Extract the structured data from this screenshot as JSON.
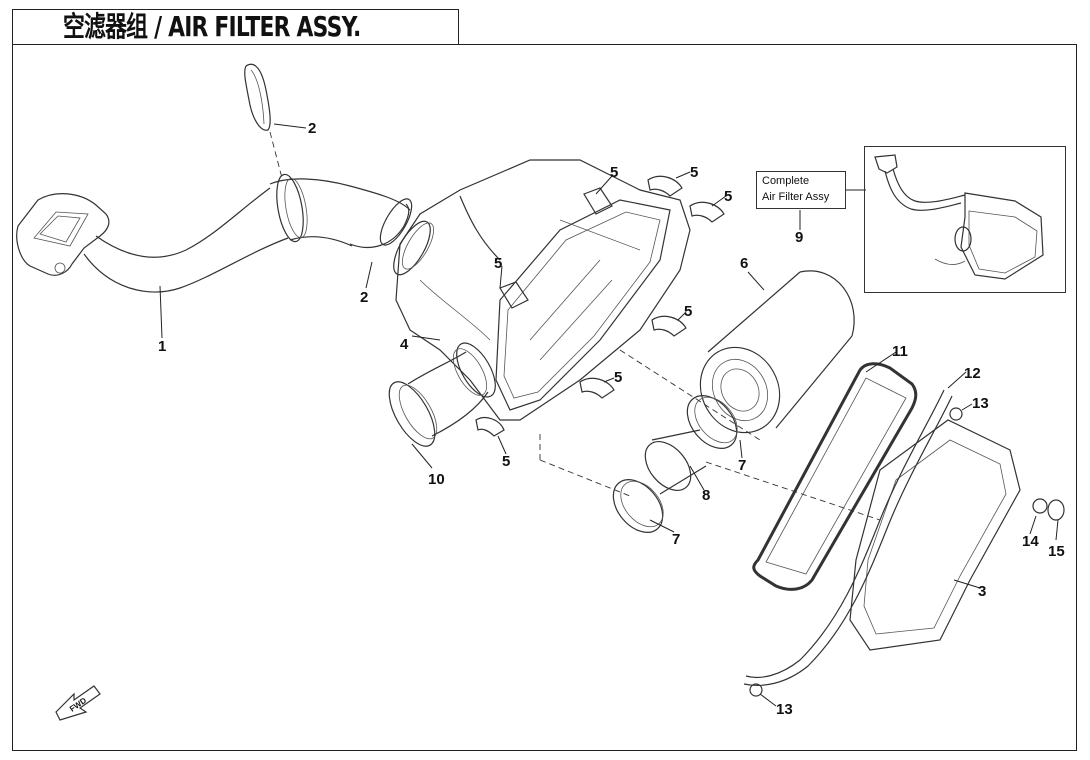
{
  "title": "空滤器组 / AIR FILTER ASSY.",
  "reference_box": {
    "line1": "Complete",
    "line2": "Air Filter Assy"
  },
  "direction_marker": "FWD",
  "callouts": [
    {
      "id": "c1",
      "text": "1"
    },
    {
      "id": "c2a",
      "text": "2"
    },
    {
      "id": "c2b",
      "text": "2"
    },
    {
      "id": "c3",
      "text": "3"
    },
    {
      "id": "c4",
      "text": "4"
    },
    {
      "id": "c5a",
      "text": "5"
    },
    {
      "id": "c5b",
      "text": "5"
    },
    {
      "id": "c5c",
      "text": "5"
    },
    {
      "id": "c5d",
      "text": "5"
    },
    {
      "id": "c5e",
      "text": "5"
    },
    {
      "id": "c5f",
      "text": "5"
    },
    {
      "id": "c5g",
      "text": "5"
    },
    {
      "id": "c6",
      "text": "6"
    },
    {
      "id": "c7a",
      "text": "7"
    },
    {
      "id": "c7b",
      "text": "7"
    },
    {
      "id": "c8",
      "text": "8"
    },
    {
      "id": "c9",
      "text": "9"
    },
    {
      "id": "c10",
      "text": "10"
    },
    {
      "id": "c11",
      "text": "11"
    },
    {
      "id": "c12",
      "text": "12"
    },
    {
      "id": "c13a",
      "text": "13"
    },
    {
      "id": "c13b",
      "text": "13"
    },
    {
      "id": "c14",
      "text": "14"
    },
    {
      "id": "c15",
      "text": "15"
    }
  ]
}
